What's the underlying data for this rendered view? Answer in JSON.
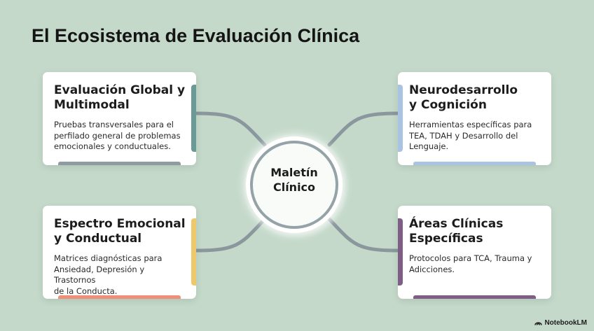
{
  "title": "El Ecosistema de Evaluación Clínica",
  "hub": {
    "label": "Maletín\nClínico"
  },
  "cards": {
    "top_left": {
      "heading": "Evaluación Global y\nMultimodal",
      "description": "Pruebas transversales para el\nperfilado general de problemas\nemocionales y conductuales.",
      "accent": "#6a9a96",
      "bar": "#8e9ca1"
    },
    "top_right": {
      "heading": "Neurodesarrollo\ny Cognición",
      "description": "Herramientas específicas para\nTEA, TDAH y Desarrollo del\nLenguaje.",
      "accent": "#a9c4e2",
      "bar": "#a9c4e2"
    },
    "bottom_left": {
      "heading": "Espectro Emocional\ny Conductual",
      "description": "Matrices diagnósticas para\nAnsiedad, Depresión y Trastornos\nde la Conducta.",
      "accent": "#efc86c",
      "bar": "#ee8f78"
    },
    "bottom_right": {
      "heading": "Áreas Clínicas\nEspecíficas",
      "description": "Protocolos para TCA, Trauma y\nAdicciones.",
      "accent": "#7f5e85",
      "bar": "#7f5e85"
    }
  },
  "connector_color": "#8a979c",
  "brand": {
    "label": "NotebookLM",
    "icon": "notebooklm-logo-icon"
  }
}
